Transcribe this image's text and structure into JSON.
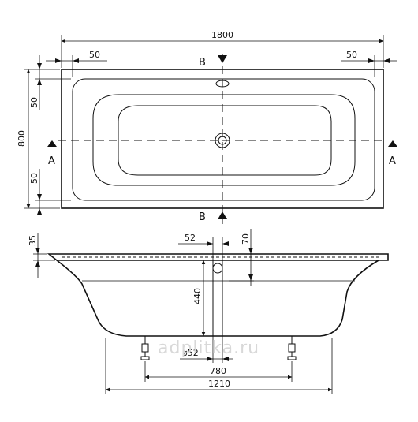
{
  "top_view": {
    "length": "1800",
    "width": "800",
    "rim_left": "50",
    "rim_right": "50",
    "rim_top": "50",
    "rim_bottom": "50",
    "section_b_top": "B",
    "section_b_bottom": "B",
    "section_a_left": "A",
    "section_a_right": "A"
  },
  "side_view": {
    "rim_height": "35",
    "overflow_offset": "52",
    "overflow_depth": "70",
    "depth": "440",
    "drain_diameter": "ø52",
    "feet_spacing": "780",
    "base_length": "1210"
  },
  "watermark": "adplitka.ru"
}
